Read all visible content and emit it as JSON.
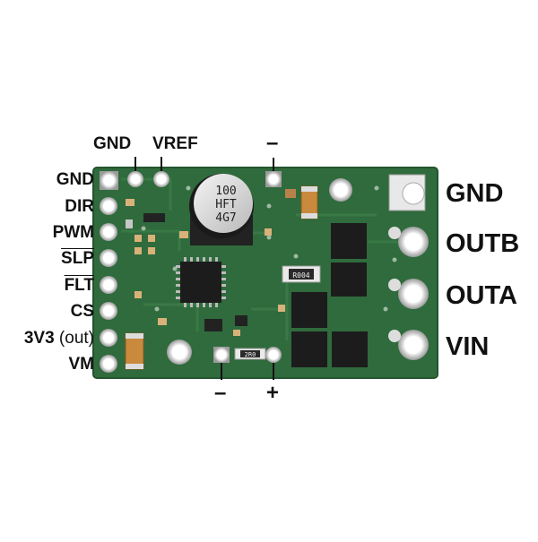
{
  "board": {
    "pcb_color": "#2f6b3c",
    "capacitor_marking": [
      "100",
      "HFT",
      "4G7"
    ],
    "resistor_markings": [
      "R004",
      "2R0"
    ]
  },
  "labels": {
    "left": {
      "gnd": "GND",
      "dir": "DIR",
      "pwm": "PWM",
      "slp": "SLP",
      "flt": "FLT",
      "cs": "CS",
      "v3v3": "3V3",
      "v3v3_note": "(out)",
      "vm": "VM"
    },
    "top": {
      "gnd": "GND",
      "vref": "VREF",
      "minus": "–"
    },
    "right": {
      "gnd": "GND",
      "outb": "OUTB",
      "outa": "OUTA",
      "vin": "VIN"
    },
    "bottom": {
      "minus": "–",
      "plus": "+"
    }
  }
}
